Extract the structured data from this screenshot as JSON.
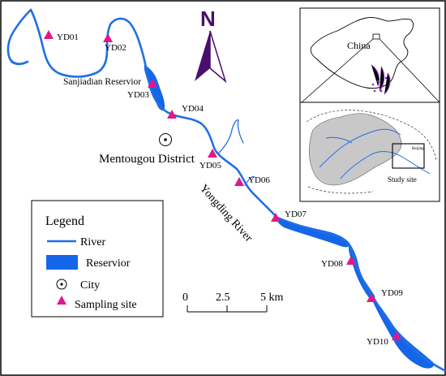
{
  "colors": {
    "river": "#1f6fe6",
    "reservoir": "#1565e8",
    "site": "#e0188a",
    "north_arrow": "#4a0e6e",
    "frame": "#000000",
    "china_highlight": "#8a2bb5",
    "inset_gray": "#c8c8c8"
  },
  "north_label": "N",
  "district_label": "Mentougou District",
  "river_label": "Yongding River",
  "reservoir_label": "Sanjiadian Reservior",
  "sites": [
    {
      "id": "YD01"
    },
    {
      "id": "YD02"
    },
    {
      "id": "YD03"
    },
    {
      "id": "YD04"
    },
    {
      "id": "YD05"
    },
    {
      "id": "YD06"
    },
    {
      "id": "YD07"
    },
    {
      "id": "YD08"
    },
    {
      "id": "YD09"
    },
    {
      "id": "YD10"
    }
  ],
  "legend": {
    "title": "Legend",
    "items": [
      {
        "label": "River",
        "symbol": "line"
      },
      {
        "label": "Reservior",
        "symbol": "fill"
      },
      {
        "label": "City",
        "symbol": "city"
      },
      {
        "label": "Sampling site",
        "symbol": "triangle"
      }
    ]
  },
  "scale_bar": {
    "ticks": [
      "0",
      "2.5",
      "5 km"
    ]
  },
  "inset_top": {
    "country_label": "China"
  },
  "inset_bottom": {
    "city_label": "Beijing",
    "study_site_label": "Study site"
  }
}
